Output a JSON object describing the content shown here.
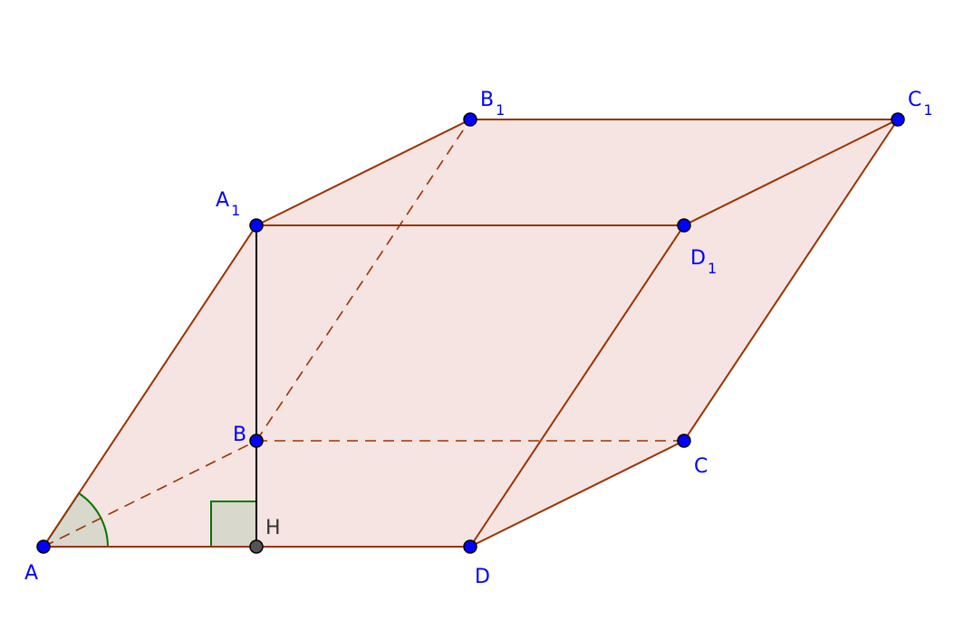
{
  "colors": {
    "face_fill": "#f5e4e1",
    "edge": "#993300",
    "point_blue": "#0000ff",
    "point_gray": "#555555",
    "label_blue": "#0000ff",
    "label_gray": "#333333",
    "angle_fill": "#d8d8cc",
    "angle_stroke": "#007700",
    "height_line": "#000000"
  },
  "points": [
    {
      "id": "A",
      "base": "A",
      "sub": ""
    },
    {
      "id": "D",
      "base": "D",
      "sub": ""
    },
    {
      "id": "C",
      "base": "C",
      "sub": ""
    },
    {
      "id": "B",
      "base": "B",
      "sub": ""
    },
    {
      "id": "H",
      "base": "H",
      "sub": ""
    },
    {
      "id": "A1",
      "base": "A",
      "sub": "1"
    },
    {
      "id": "D1",
      "base": "D",
      "sub": "1"
    },
    {
      "id": "C1",
      "base": "C",
      "sub": "1"
    },
    {
      "id": "B1",
      "base": "B",
      "sub": "1"
    }
  ]
}
